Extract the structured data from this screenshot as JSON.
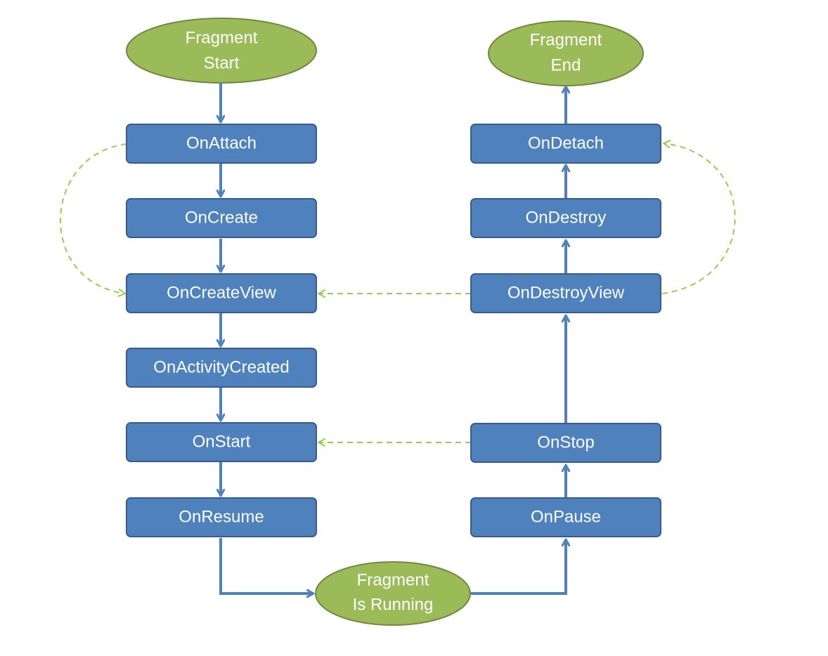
{
  "colors": {
    "box_fill": "#4f81bd",
    "box_stroke": "#385d8a",
    "ellipse_fill": "#9bbb59",
    "ellipse_stroke": "#71893f",
    "solid_arrow": "#4f81bd",
    "dashed_arrow": "#92d050",
    "text": "#ffffff"
  },
  "nodes": {
    "fragment_start": {
      "line1": "Fragment",
      "line2": "Start"
    },
    "fragment_end": {
      "line1": "Fragment",
      "line2": "End"
    },
    "fragment_running": {
      "line1": "Fragment",
      "line2": "Is Running"
    },
    "on_attach": "OnAttach",
    "on_create": "OnCreate",
    "on_create_view": "OnCreateView",
    "on_activity_created": "OnActivityCreated",
    "on_start": "OnStart",
    "on_resume": "OnResume",
    "on_detach": "OnDetach",
    "on_destroy": "OnDestroy",
    "on_destroy_view": "OnDestroyView",
    "on_stop": "OnStop",
    "on_pause": "OnPause"
  }
}
